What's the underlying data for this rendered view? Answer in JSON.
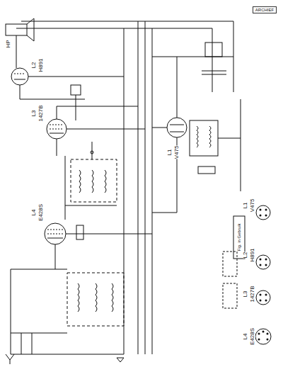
{
  "diagram": {
    "labels": [
      "HP",
      "L2",
      "H891",
      "L3",
      "1427B",
      "L4",
      "E428S",
      "L1",
      "V475",
      "L1",
      "V475",
      "L2",
      "H891",
      "L3",
      "1427B",
      "L4",
      "E428S",
      "Fig. in Gebruik",
      "ARCHIEF"
    ]
  }
}
